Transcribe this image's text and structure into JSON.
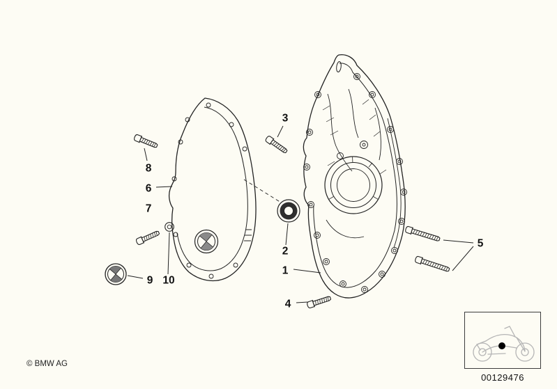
{
  "diagram": {
    "callouts": [
      {
        "label": "1"
      },
      {
        "label": "2"
      },
      {
        "label": "3"
      },
      {
        "label": "4"
      },
      {
        "label": "5"
      },
      {
        "label": "6"
      },
      {
        "label": "7"
      },
      {
        "label": "8"
      },
      {
        "label": "9"
      },
      {
        "label": "10"
      }
    ]
  },
  "footer": {
    "copyright": "© BMW AG",
    "diagram_number": "00129476"
  },
  "icons": {
    "vehicle_thumbnail": "motorcycle-icon",
    "location_marker": "filled-dot"
  },
  "colors": {
    "background": "#fdfcf4",
    "line": "#222222",
    "thumbnail_line": "#b5b5b5"
  }
}
